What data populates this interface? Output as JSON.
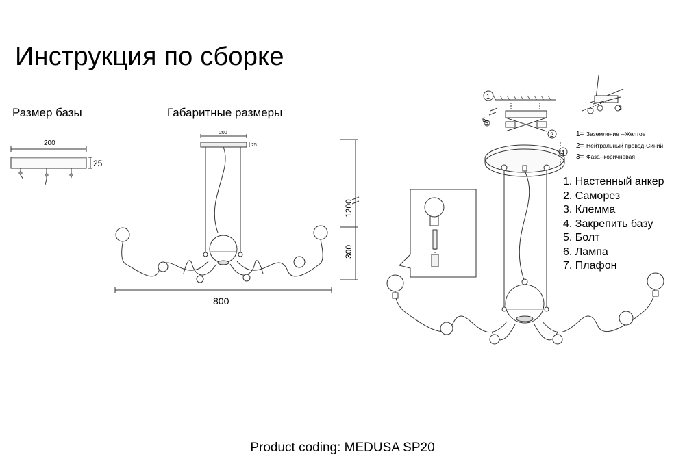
{
  "title": "Инструкция по сборке",
  "base_size": {
    "heading": "Размер базы",
    "width_label": "200",
    "height_label": "25"
  },
  "overall_size": {
    "heading": "Габаритные размеры",
    "base_width_label": "200",
    "base_height_label": "25",
    "total_height_label": "1200",
    "body_height_label": "300",
    "total_width_label": "800"
  },
  "wiring": {
    "callouts": [
      "1",
      "2",
      "3",
      "4",
      "5",
      "6"
    ],
    "legend": [
      {
        "num": "1=",
        "text": "Заземление --Желтое"
      },
      {
        "num": "2=",
        "text": "Нейтральный провод-Синий"
      },
      {
        "num": "3=",
        "text": "Фаза--коричневая"
      }
    ]
  },
  "parts_list": [
    "1. Настенный анкер",
    "2. Саморез",
    "3. Клемма",
    "4. Закрепить базу",
    "5. Болт",
    "6. Лампа",
    "7. Плафон"
  ],
  "footer": "Product coding: MEDUSA SP20"
}
